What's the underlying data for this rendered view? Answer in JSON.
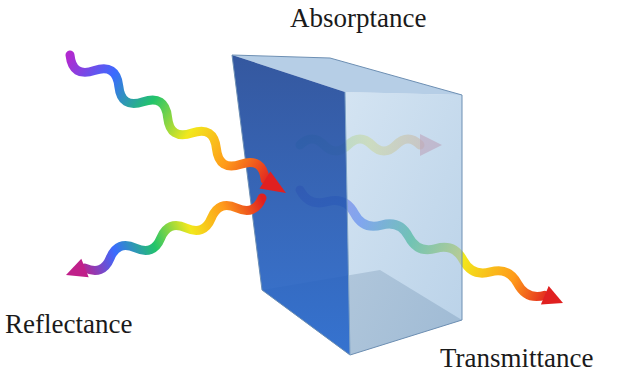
{
  "diagram": {
    "labels": [
      "Absorptance",
      "Reflectance",
      "Transmittance"
    ]
  }
}
